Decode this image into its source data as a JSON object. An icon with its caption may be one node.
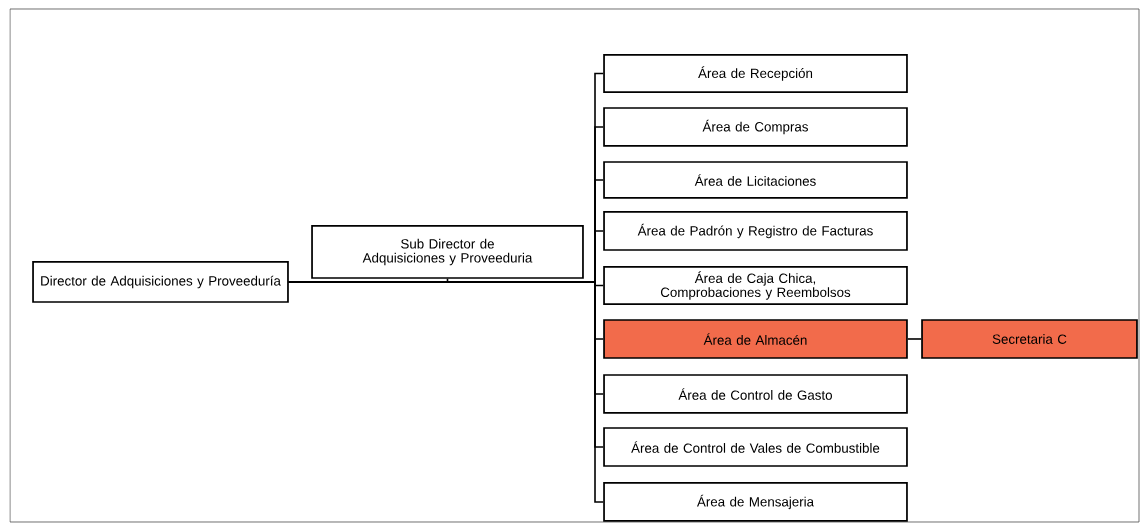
{
  "diagram": {
    "nodes": [
      {
        "text": [
          "Director de Adquisiciones y Proveeduría"
        ]
      },
      {
        "text": [
          "Sub Director de Adquisiciones y Proveeduria"
        ]
      },
      {
        "text": [
          "Área de Recepción"
        ]
      },
      {
        "text": [
          "Área de Compras"
        ]
      },
      {
        "text": [
          "Área de Licitaciones"
        ]
      },
      {
        "text": [
          "Área de Padrón y Registro de Facturas"
        ]
      },
      {
        "text": [
          "Área de Caja Chica, Comprobaciones y Reembolsos"
        ]
      },
      {
        "text": [
          "Área de Almacén"
        ]
      },
      {
        "text": [
          "Secretaria C"
        ]
      },
      {
        "text": [
          "Área de Control de Gasto"
        ]
      },
      {
        "text": [
          "Área de Control de Vales de Combustible"
        ]
      },
      {
        "text": [
          "Área de Mensajeria"
        ]
      }
    ],
    "edges": [
      {
        "from": 0,
        "to": 1,
        "arrow": "none"
      },
      {
        "from": 0,
        "to": 2,
        "arrow": "none"
      },
      {
        "from": 0,
        "to": 3,
        "arrow": "none"
      },
      {
        "from": 0,
        "to": 4,
        "arrow": "none"
      },
      {
        "from": 0,
        "to": 5,
        "arrow": "none"
      },
      {
        "from": 0,
        "to": 6,
        "arrow": "none"
      },
      {
        "from": 0,
        "to": 7,
        "arrow": "none"
      },
      {
        "from": 0,
        "to": 9,
        "arrow": "none"
      },
      {
        "from": 0,
        "to": 10,
        "arrow": "none"
      },
      {
        "from": 0,
        "to": 11,
        "arrow": "none"
      },
      {
        "from": 7,
        "to": 8,
        "arrow": "none"
      }
    ]
  }
}
